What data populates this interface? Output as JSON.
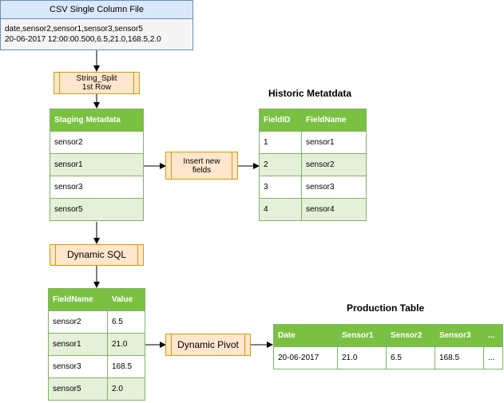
{
  "csv_file": {
    "title": "CSV Single Column File",
    "line1": "date,sensor2,sensor1,sensor3,sensor5",
    "line2": "20-06-2017 12:00:00.500,6.5,21.0,168.5,2.0"
  },
  "steps": {
    "string_split_line1": "String_Split",
    "string_split_line2": "1st Row",
    "insert_line1": "Insert new",
    "insert_line2": "fields",
    "dynamic_sql": "Dynamic SQL",
    "dynamic_pivot": "Dynamic Pivot"
  },
  "staging": {
    "header": "Staging Metadata",
    "rows": [
      "sensor2",
      "sensor1",
      "sensor3",
      "sensor5"
    ]
  },
  "historic": {
    "title": "Historic Metatdata",
    "headers": [
      "FieldID",
      "FieldName"
    ],
    "rows": [
      [
        "1",
        "sensor1"
      ],
      [
        "2",
        "sensor2"
      ],
      [
        "3",
        "sensor3"
      ],
      [
        "4",
        "sensor4"
      ]
    ]
  },
  "fieldvalue": {
    "headers": [
      "FieldName",
      "Value"
    ],
    "rows": [
      [
        "sensor2",
        "6.5"
      ],
      [
        "sensor1",
        "21.0"
      ],
      [
        "sensor3",
        "168.5"
      ],
      [
        "sensor5",
        "2.0"
      ]
    ]
  },
  "production": {
    "title": "Production Table",
    "headers": [
      "Date",
      "Sensor1",
      "Sensor2",
      "Sensor3",
      "..."
    ],
    "rows": [
      [
        "20-06-2017",
        "21.0",
        "6.5",
        "168.5",
        "..."
      ]
    ]
  },
  "colors": {
    "table_header": "#7ac142",
    "table_border": "#82b366",
    "table_alt_row": "#e5f0d8",
    "process_fill": "#ffe6cc",
    "process_border": "#d79b00",
    "csv_header_fill": "#dae8fc",
    "csv_border": "#6c8ebf"
  }
}
